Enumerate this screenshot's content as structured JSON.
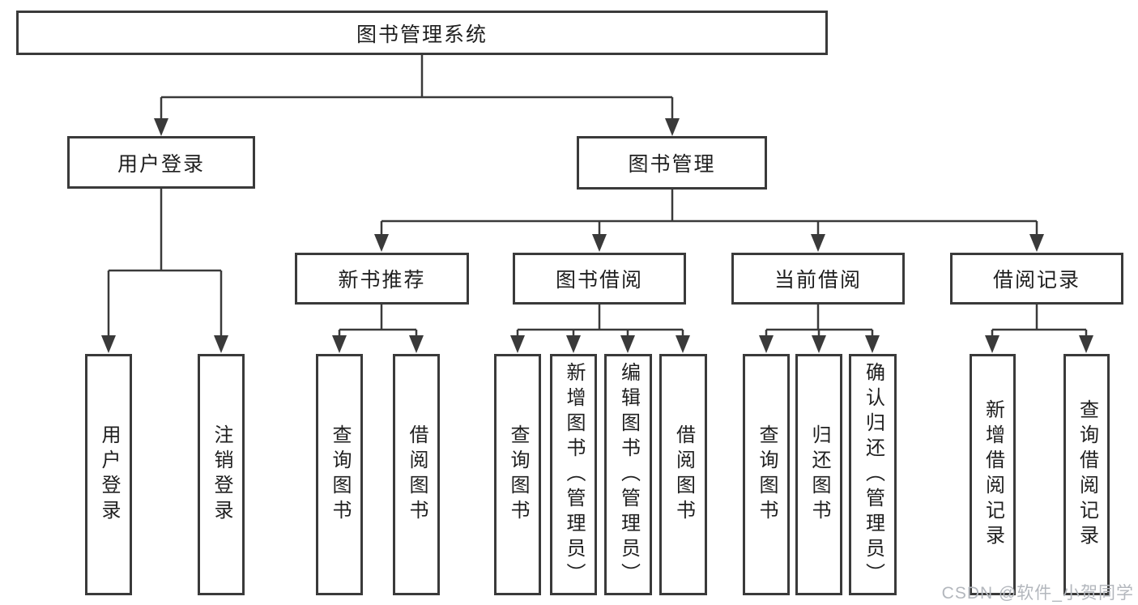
{
  "diagram": {
    "root": "图书管理系统",
    "level2": {
      "user_login": "用户登录",
      "book_management": "图书管理"
    },
    "level3": {
      "new_book_recommend": "新书推荐",
      "book_borrowing": "图书借阅",
      "current_borrowing": "当前借阅",
      "borrowing_records": "借阅记录"
    },
    "leaves": {
      "user_login": [
        "用户登录",
        "注销登录"
      ],
      "new_book_recommend": [
        "查询图书",
        "借阅图书"
      ],
      "book_borrowing": [
        "查询图书",
        "新增图书（管理员）",
        "编辑图书（管理员）",
        "借阅图书"
      ],
      "current_borrowing": [
        "查询图书",
        "归还图书",
        "确认归还（管理员）"
      ],
      "borrowing_records": [
        "新增借阅记录",
        "查询借阅记录"
      ]
    }
  },
  "watermark": "CSDN @软件_小贺同学",
  "colors": {
    "line": "#3a3a3a",
    "text": "#1f1f1f",
    "watermark": "#b3b7bd",
    "background": "#ffffff"
  }
}
